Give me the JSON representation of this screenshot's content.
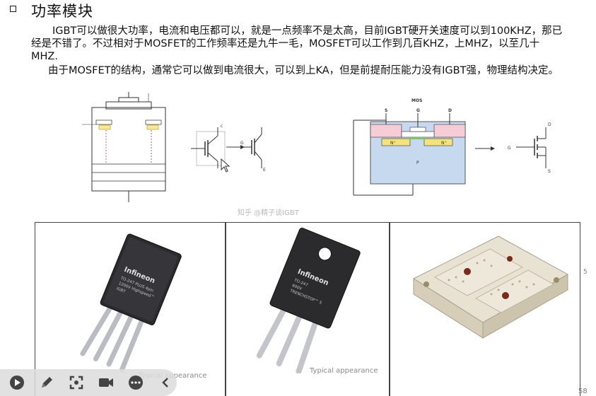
{
  "slide": {
    "title": "功率模块",
    "para1_line1": "IGBT可以做很大功率，电流和电压都可以，就是一点频率不是太高，目前IGBT硬开关速度可以到100KHZ，那已",
    "para1_line2": "经是不错了。不过相对于MOSFET的工作频率还是九牛一毛，MOSFET可以工作到几百KHZ，上MHZ，以至几十",
    "para1_line3": "MHZ.",
    "para2": "由于MOSFET的结构，通常它可以做到电流很大，可以到上KA，但是前提耐压能力没有IGBT强，物理结构决定。",
    "watermark": "知乎 @精子谈IGBT",
    "mos_title": "MOS",
    "mos_labels": {
      "s": "S",
      "g": "G",
      "d": "D",
      "n1": "N⁺",
      "n2": "N⁺",
      "p": "P",
      "sym_g": "G",
      "sym_d": "D",
      "sym_s": "S"
    },
    "igbt_symbol_labels": {
      "c": "c",
      "g": "G",
      "e": "E"
    },
    "captions": {
      "cap1": "Typical appearance",
      "cap2": "Typical appearance"
    },
    "package1_text": [
      "Infineon",
      "TO-247 PLUS 4pin",
      "1200V Highspeed™",
      "IGBT"
    ],
    "package2_text": [
      "Infineon",
      "TO-247",
      "600V",
      "TRENCHSTOP™ 5"
    ],
    "page_number": "58",
    "side_number": "5"
  },
  "toolbar": {
    "icons": [
      "play-icon",
      "pen-icon",
      "screenshot-icon",
      "camera-icon",
      "more-icon",
      "back-icon"
    ]
  },
  "colors": {
    "pink": "#f6cdd6",
    "blue": "#c6d9ef",
    "yellow": "#f4e27a",
    "green": "#90d06a",
    "module": "#e8e2d2"
  }
}
